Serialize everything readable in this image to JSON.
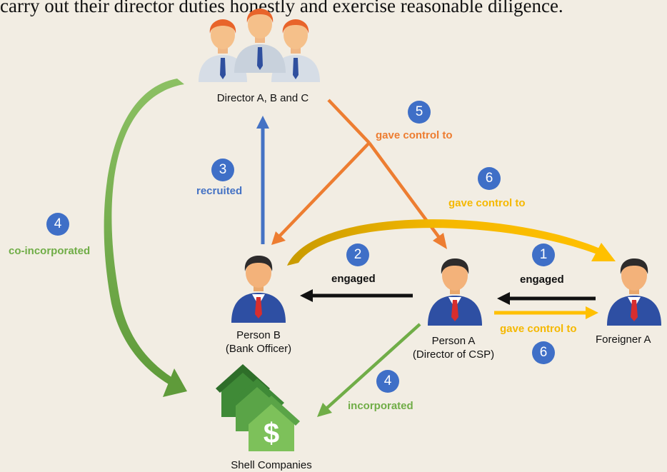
{
  "top_text": "carry out their director duties honestly and exercise reasonable diligence.",
  "colors": {
    "background": "#f2ede3",
    "badge": "#3f6fc7",
    "blue": "#4472c4",
    "orange": "#ed7d31",
    "yellow": "#f5b800",
    "green": "#70ad47",
    "black": "#111111"
  },
  "nodes": {
    "directors": {
      "label": "Director A, B and C",
      "icon": "person-group-icon"
    },
    "person_b": {
      "line1": "Person B",
      "line2": "(Bank Officer)",
      "icon": "person-icon"
    },
    "person_a": {
      "line1": "Person A",
      "line2": "(Director of CSP)",
      "icon": "person-icon"
    },
    "foreigner_a": {
      "label": "Foreigner A",
      "icon": "person-icon"
    },
    "shell_companies": {
      "label": "Shell Companies",
      "icon": "houses-dollar-icon"
    }
  },
  "steps": [
    {
      "number": "1",
      "label": "engaged",
      "from": "Foreigner A",
      "to": "Person A"
    },
    {
      "number": "2",
      "label": "engaged",
      "from": "Person A",
      "to": "Person B"
    },
    {
      "number": "3",
      "label": "recruited",
      "from": "Person B",
      "to": "Director A, B and C"
    },
    {
      "number": "4",
      "label": "co-incorporated",
      "from": "Director A, B and C",
      "to": "Shell Companies"
    },
    {
      "number": "4",
      "label": "incorporated",
      "from": "Person A",
      "to": "Shell Companies"
    },
    {
      "number": "5",
      "label": "gave control to",
      "from": "Director A, B and C",
      "to": "Person B, Person A"
    },
    {
      "number": "6",
      "label": "gave control to",
      "from": "Person B",
      "to": "Foreigner A"
    },
    {
      "number": "6",
      "label": "gave control to",
      "from": "Person A",
      "to": "Foreigner A"
    }
  ]
}
